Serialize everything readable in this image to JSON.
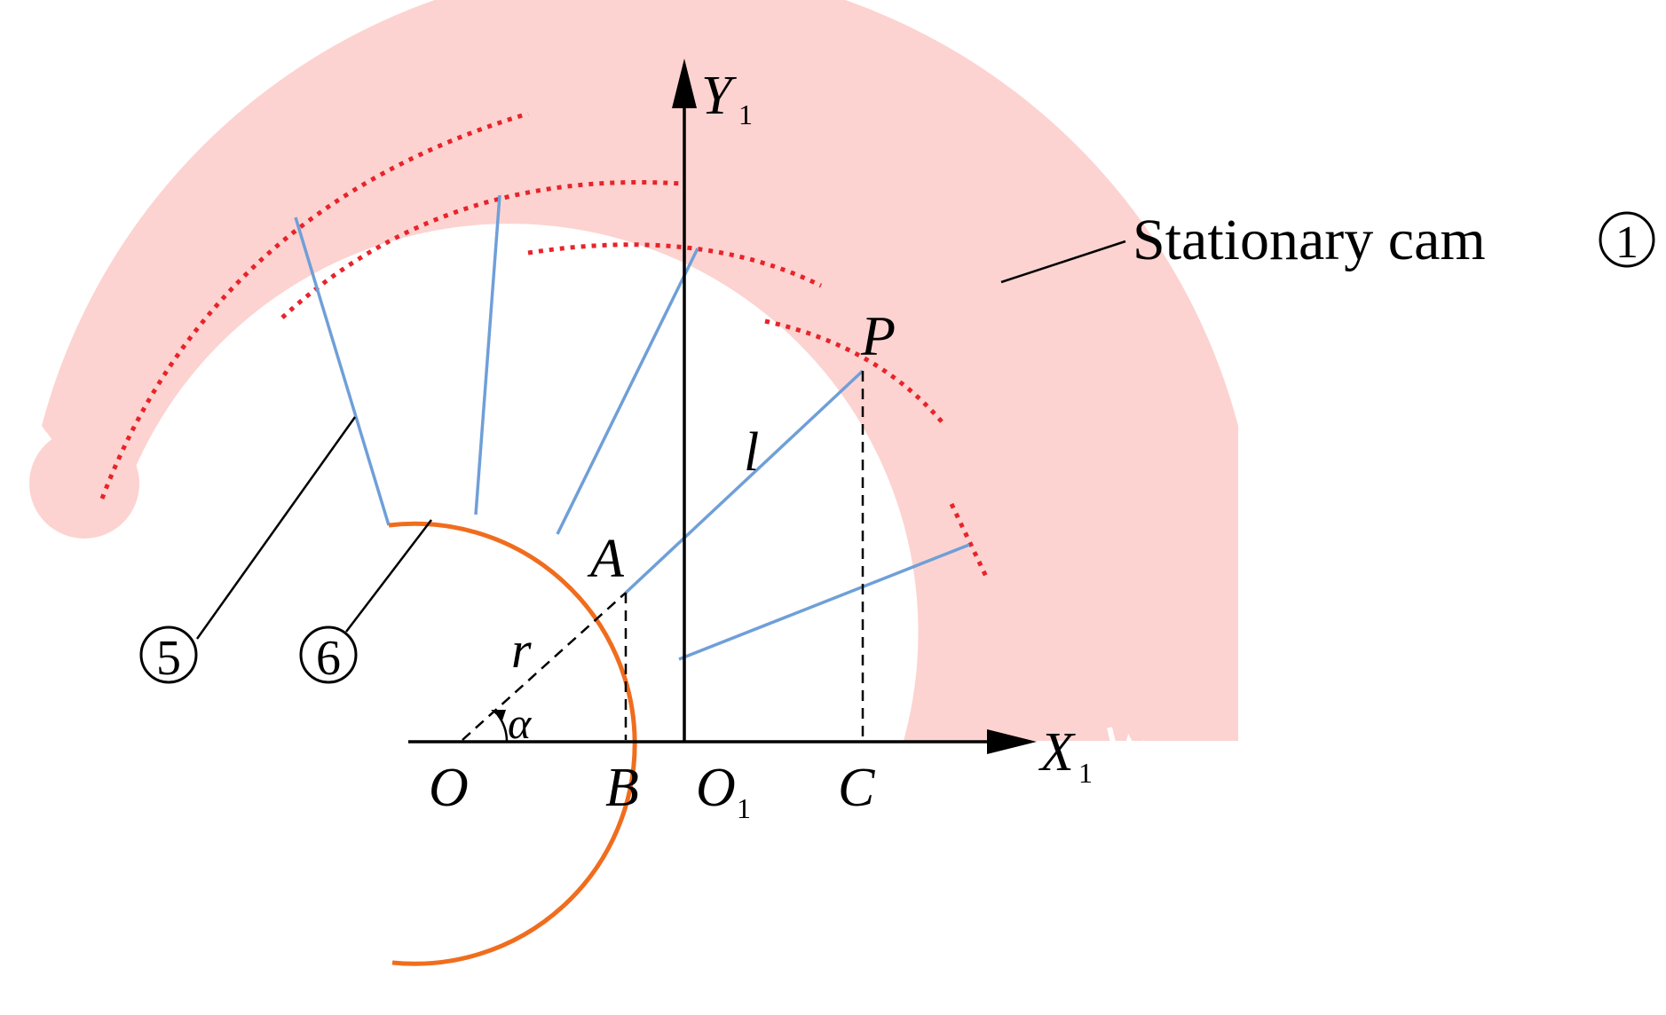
{
  "colors": {
    "cam_fill": "#fcd3d0",
    "rod": "#6f9fd8",
    "rotor": "#f06d1e",
    "dotted_track": "#e8232a",
    "ink": "#000000"
  },
  "labels": {
    "y_axis_main": "Y",
    "y_axis_sub": "1",
    "x_axis_main": "X",
    "x_axis_sub": "1",
    "point_p": "P",
    "point_a": "A",
    "point_o": "O",
    "point_b": "B",
    "point_o1_main": "O",
    "point_o1_sub": "1",
    "point_c": "C",
    "rod_length": "l",
    "radius": "r",
    "angle": "α",
    "cam_label": "Stationary cam",
    "cam_number": "1",
    "part_5": "5",
    "part_6": "6"
  }
}
